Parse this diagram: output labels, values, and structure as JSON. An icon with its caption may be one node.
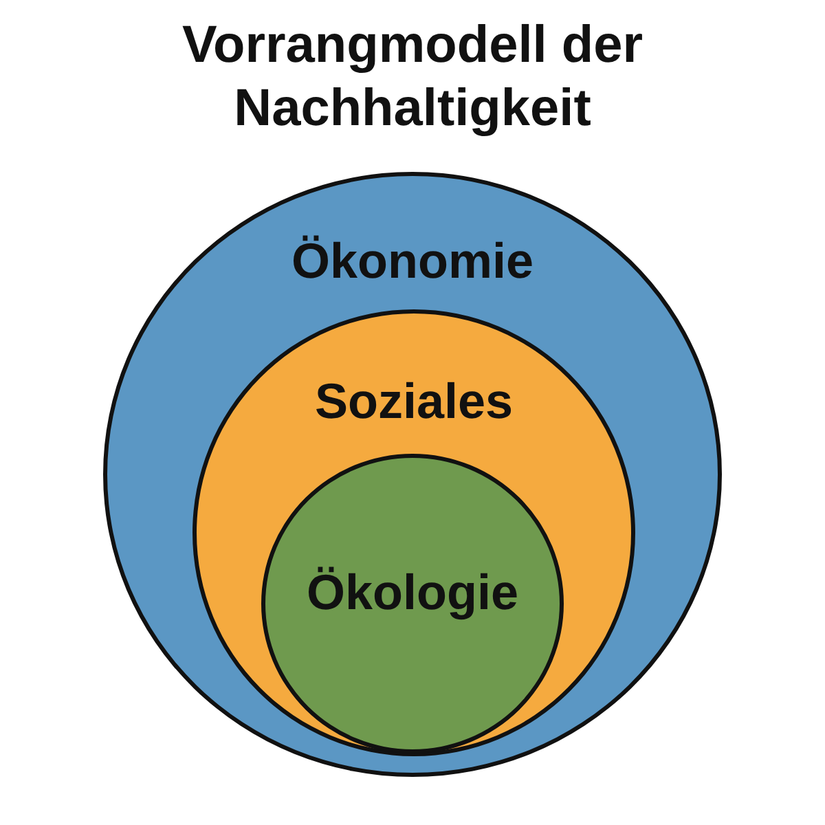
{
  "diagram": {
    "title": "Vorrangmodell der Nachhaltigkeit",
    "nodes": [
      {
        "text": [
          "Ökonomie"
        ]
      },
      {
        "text": [
          "Soziales"
        ],
        "in": 0
      },
      {
        "text": [
          "Ökologie"
        ],
        "in": 1
      }
    ]
  }
}
